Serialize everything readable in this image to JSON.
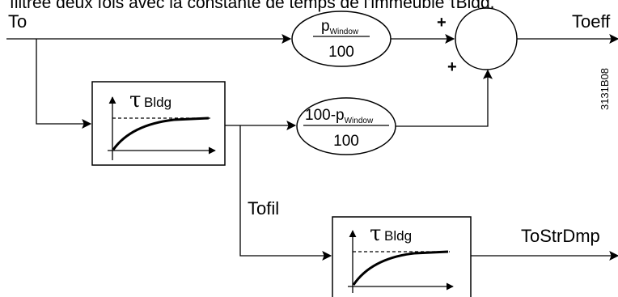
{
  "caption_fragment": "filtrée deux fois avec la constante de temps de l'immeuble τBldg.",
  "figure_code": "3131B08",
  "signals": {
    "input": "To",
    "output_effective": "Toeff",
    "filtered": "Tofil",
    "output_damped": "ToStrDmp"
  },
  "gain_top": {
    "numerator_main": "p",
    "numerator_sub": "Window",
    "denominator": "100"
  },
  "gain_bottom": {
    "numerator_prefix": "100-p",
    "numerator_sub": "Window",
    "denominator": "100"
  },
  "summing_junction": {
    "sign_top": "+",
    "sign_bottom": "+"
  },
  "filter_block_1": {
    "tau_symbol": "τ",
    "tau_label": "Bldg"
  },
  "filter_block_2": {
    "tau_symbol": "τ",
    "tau_label": "Bldg"
  }
}
